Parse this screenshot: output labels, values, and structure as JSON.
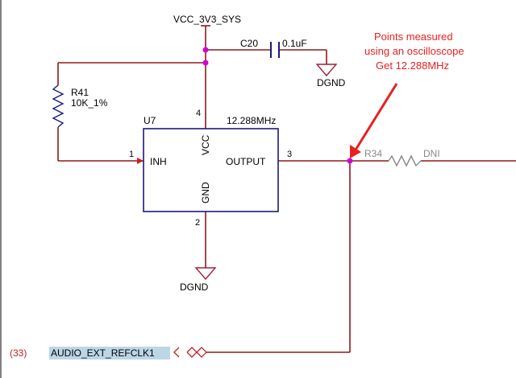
{
  "schematic": {
    "power_net": "VCC_3V3_SYS",
    "ground_net": "DGND",
    "capacitor": {
      "ref": "C20",
      "value": "0.1uF"
    },
    "resistor_pullup": {
      "ref": "R41",
      "value": "10K_1%"
    },
    "resistor_series": {
      "ref": "R34",
      "value": "DNI"
    },
    "oscillator": {
      "ref": "U7",
      "frequency": "12.288MHz",
      "pins": [
        {
          "number": "1",
          "name": "INH"
        },
        {
          "number": "2",
          "name": "GND"
        },
        {
          "number": "3",
          "name": "OUTPUT"
        },
        {
          "number": "4",
          "name": "VCC"
        }
      ]
    },
    "offpage_connector": {
      "sheet_ref": "(33)",
      "net": "AUDIO_EXT_REFCLK1"
    }
  },
  "annotation": {
    "lines": [
      "Points measured",
      "using an oscilloscope",
      "Get 12.288MHz"
    ]
  },
  "colors": {
    "wire": "#8b1a1a",
    "component": "#1a1a7a",
    "junction": "#d300d3",
    "annotation": "#e82020",
    "ground_symbol": "#a0203c",
    "resistor_dni": "#888888",
    "net_highlight": "#bcd6e6"
  }
}
